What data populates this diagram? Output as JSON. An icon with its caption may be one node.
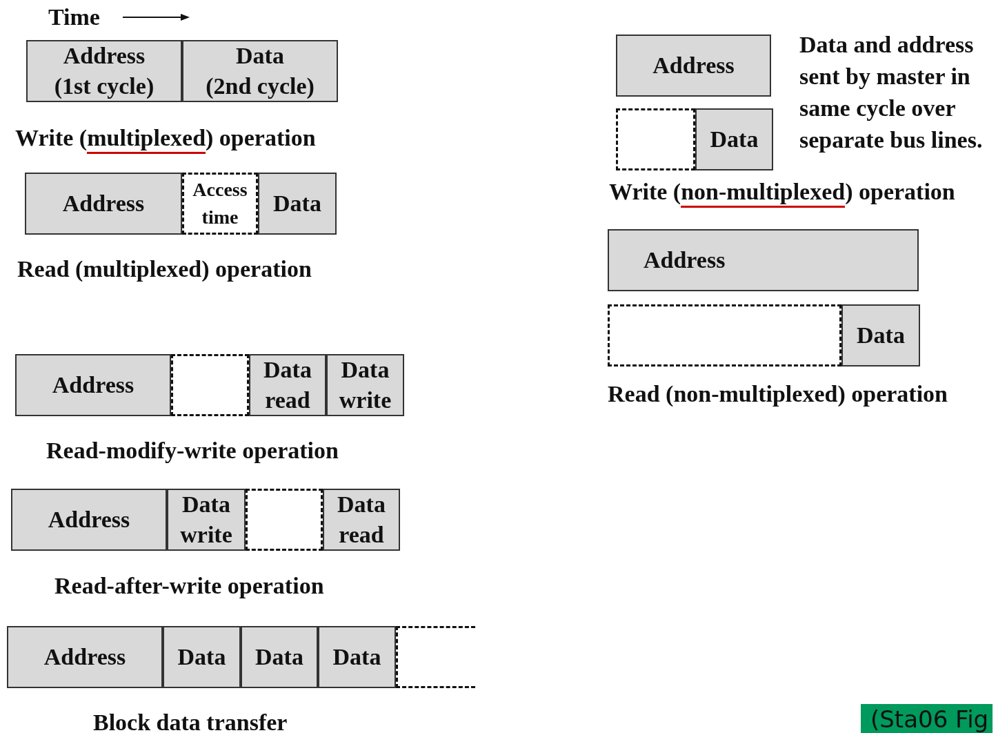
{
  "diagram": {
    "nodes": [
      {
        "text": [
          "Address (1st cycle)"
        ]
      },
      {
        "text": [
          "Data (2nd cycle)"
        ]
      },
      {
        "text": [
          "Address"
        ]
      },
      {
        "text": [
          "Access time"
        ]
      },
      {
        "text": [
          "Data"
        ]
      },
      {
        "text": [
          "Address"
        ]
      },
      {
        "text": [],
        "shape": "box"
      },
      {
        "text": [
          "Data read"
        ]
      },
      {
        "text": [
          "Data write"
        ]
      },
      {
        "text": [
          "Address"
        ]
      },
      {
        "text": [
          "Data write"
        ]
      },
      {
        "text": [],
        "shape": "box"
      },
      {
        "text": [
          "Data read"
        ]
      },
      {
        "text": [
          "Address"
        ]
      },
      {
        "text": [
          "Data"
        ]
      },
      {
        "text": [
          "Data"
        ]
      },
      {
        "text": [
          "Data"
        ]
      },
      {
        "text": [],
        "shape": "box"
      },
      {
        "text": [
          "Address"
        ]
      },
      {
        "text": [],
        "shape": "box"
      },
      {
        "text": [
          "Data"
        ]
      },
      {
        "text": [
          "Address"
        ]
      },
      {
        "text": [],
        "shape": "box"
      },
      {
        "text": [
          "Data"
        ]
      }
    ],
    "labels": [
      "Time",
      "Write (multiplexed) operation",
      "Data and address sent by master in same cycle over separate bus lines.",
      "Write (non-multiplexed) operation",
      "Read (multiplexed) operation",
      "Read (non-multiplexed) operation",
      "Read-modify-write operation",
      "Read-after-write operation",
      "Block data transfer",
      "(Sta06 Fig"
    ]
  }
}
